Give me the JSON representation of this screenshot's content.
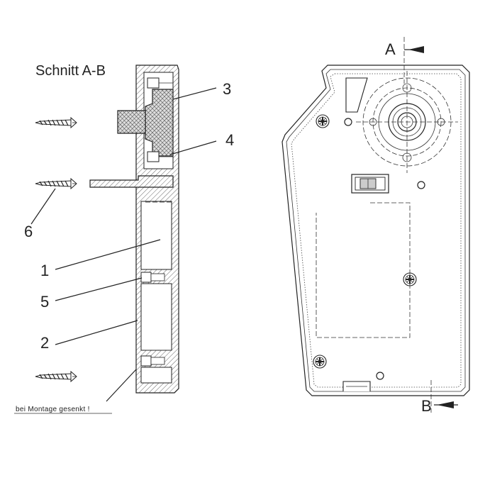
{
  "section_title": "Schnitt A-B",
  "callouts": {
    "c1": "1",
    "c2": "2",
    "c3": "3",
    "c4": "4",
    "c5": "5",
    "c6": "6"
  },
  "section_marks": {
    "a": "A",
    "b": "B"
  },
  "mounting_note": "bei Montage gesenkt !"
}
